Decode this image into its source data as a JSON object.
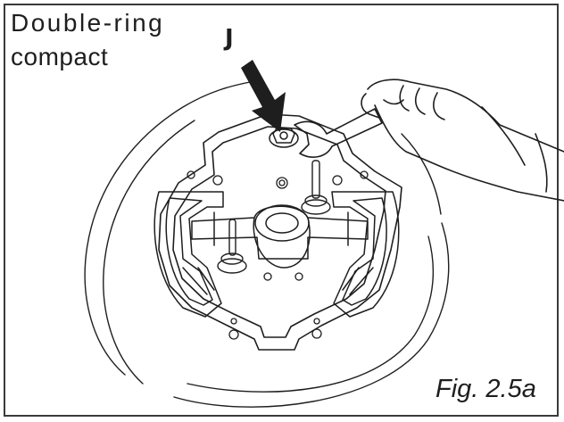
{
  "figure": {
    "title_line1": "Double-ring",
    "title_line2": "compact",
    "callout_label": "J",
    "figure_number": "Fig. 2.5a"
  },
  "colors": {
    "ink": "#1e1e1e",
    "paper": "#ffffff",
    "frame": "#3a3a3a"
  },
  "icons": [
    "down-arrow-pointer",
    "wrench",
    "gloved-hand",
    "burner-plate"
  ]
}
